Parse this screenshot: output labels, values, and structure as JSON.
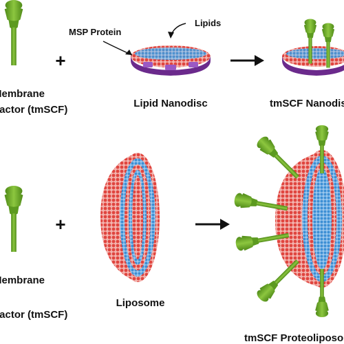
{
  "row1": {
    "factor_label_line1": "Membrane",
    "factor_label_line2": "Factor (tmSCF)",
    "plus": "+",
    "msp_label": "MSP Protein",
    "lipids_label": "Lipids",
    "nanodisc_label": "Lipid Nanodisc",
    "result_label": "tmSCF Nanodiscs"
  },
  "row2": {
    "factor_label_line1": "Membrane",
    "factor_label_line2": "Factor (tmSCF)",
    "plus": "+",
    "liposome_label": "Liposome",
    "result_label": "tmSCF Proteoliposomes"
  },
  "colors": {
    "protein_green": "#6aa224",
    "protein_dark": "#3f6f12",
    "lipid_red": "#e0453f",
    "lipid_blue": "#3d8fd4",
    "msp_purple": "#6b2a8c"
  }
}
